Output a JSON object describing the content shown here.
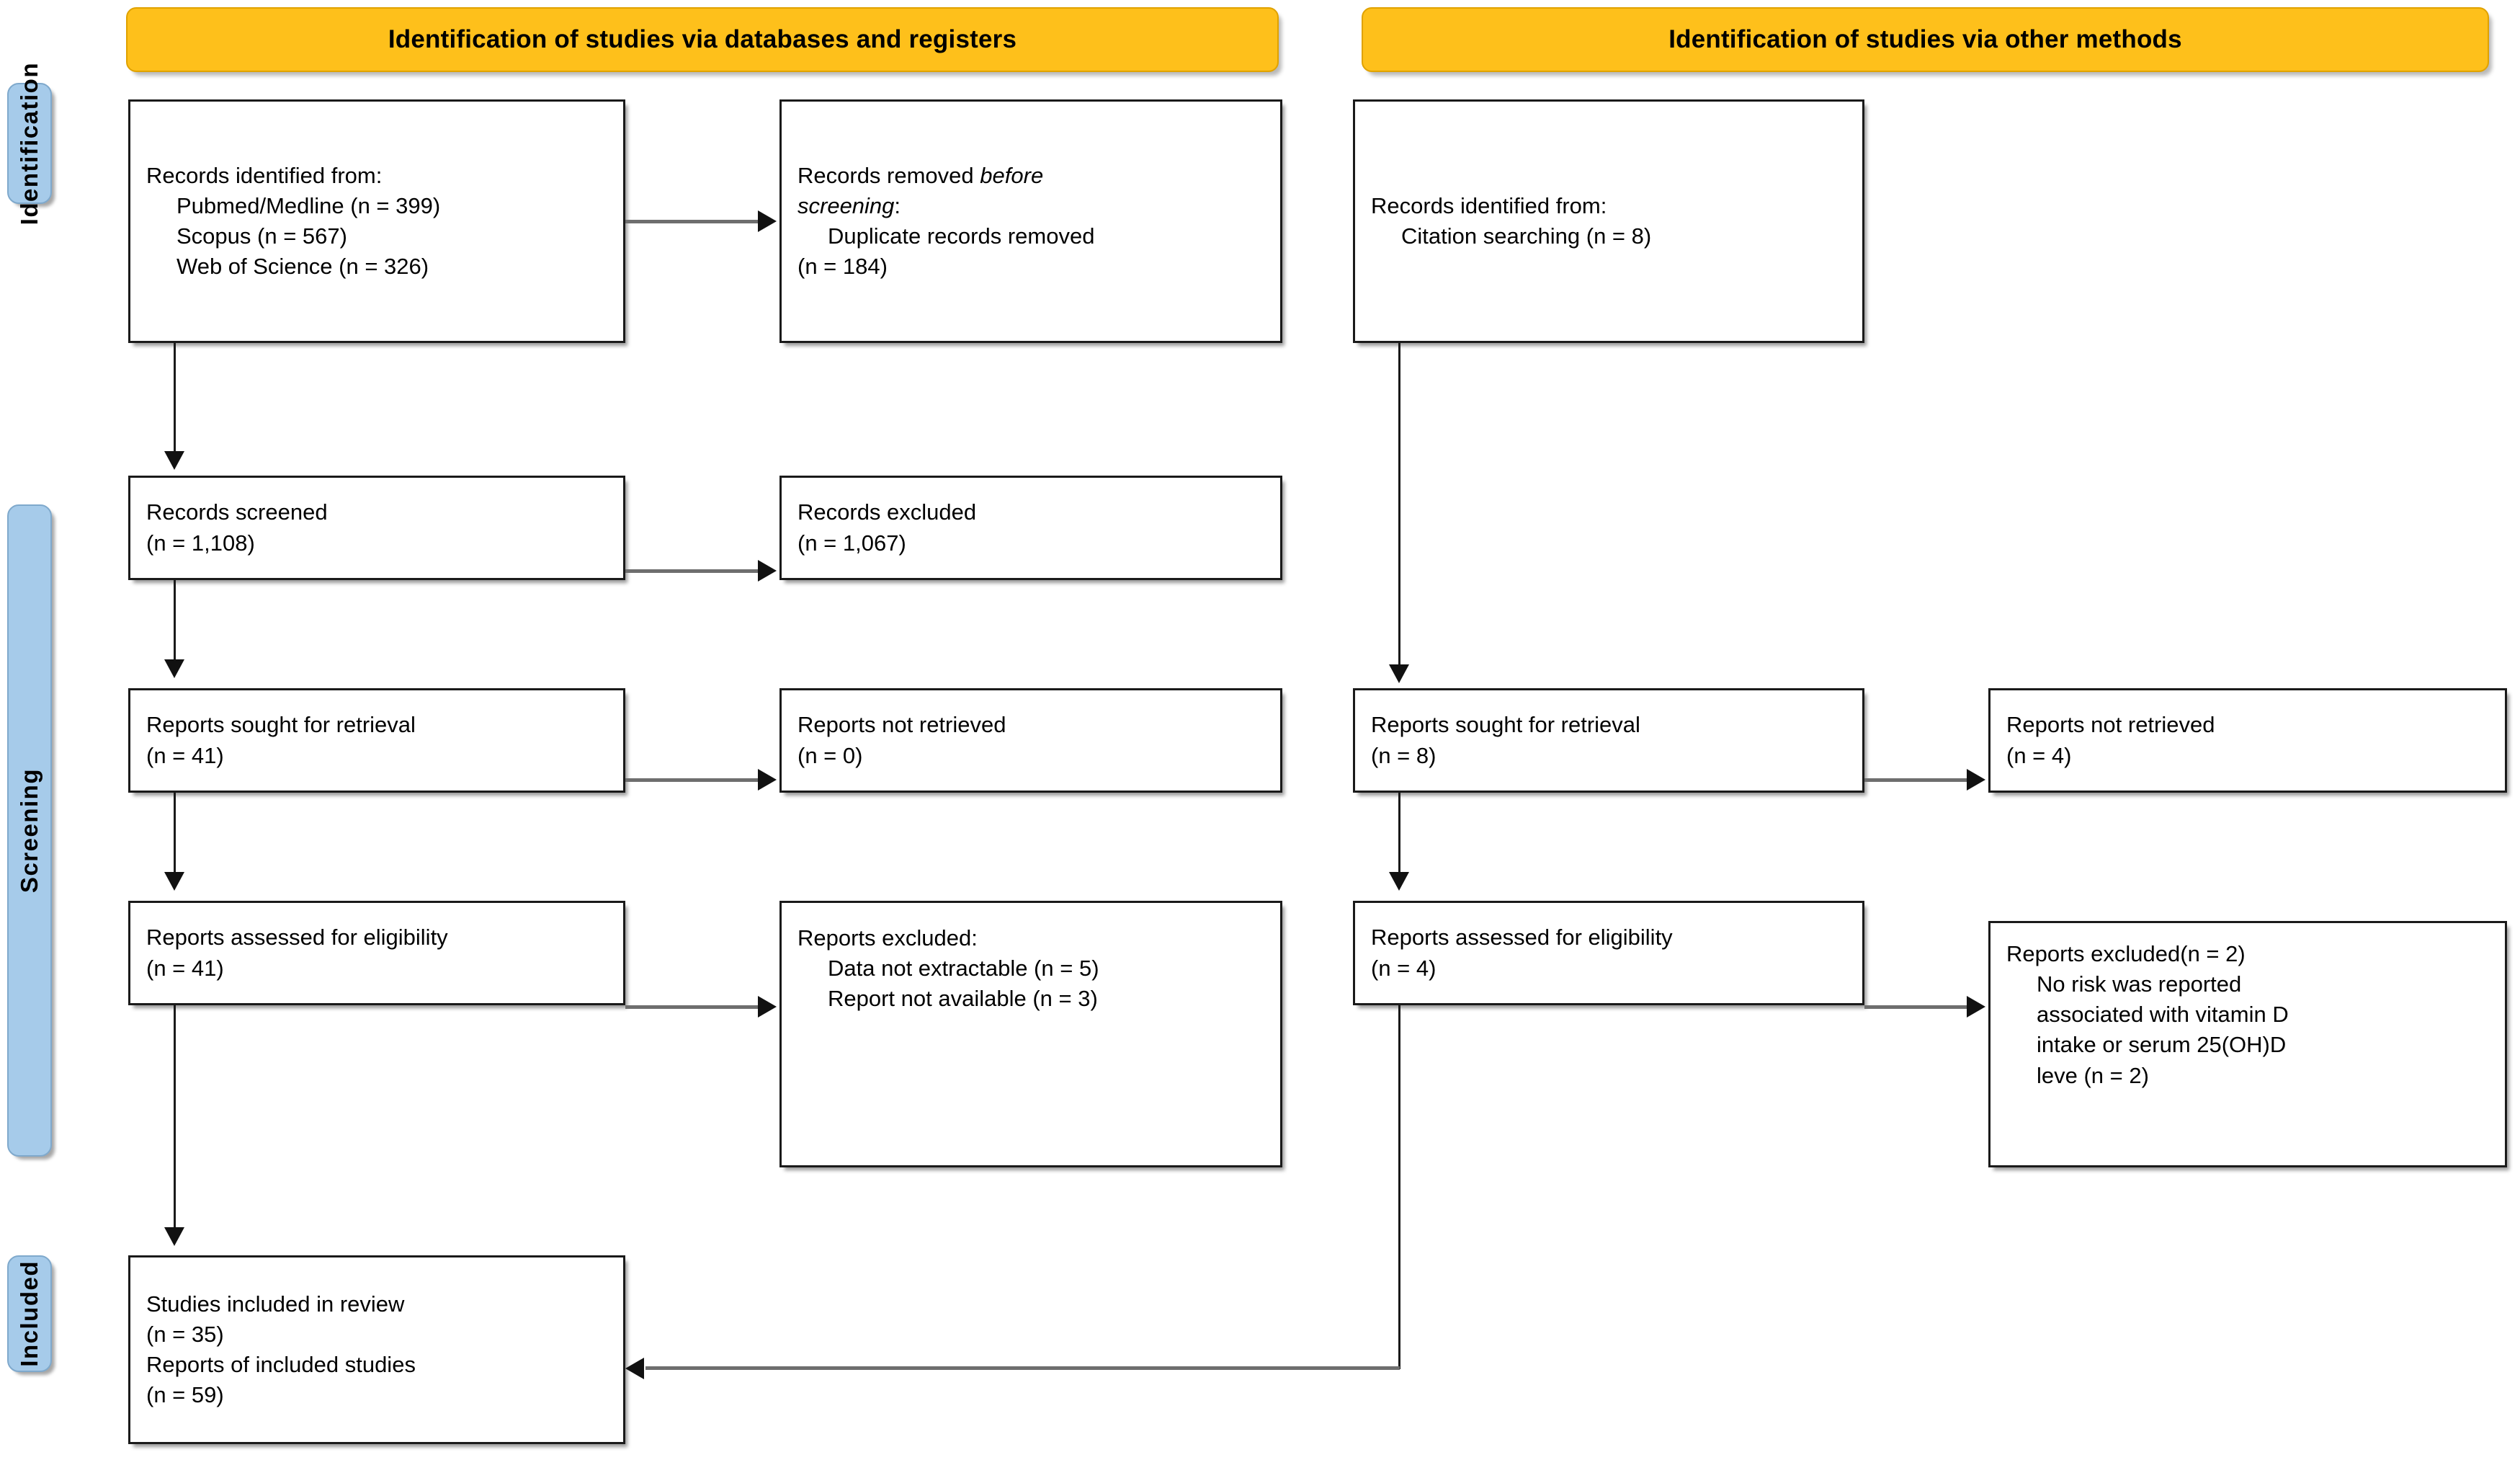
{
  "banners": [
    {
      "id": "databases-registers",
      "label": "Identification of studies via databases and registers"
    },
    {
      "id": "other-methods",
      "label": "Identification of studies via other methods"
    }
  ],
  "stages": [
    {
      "id": "identification",
      "label": "Identification"
    },
    {
      "id": "screening",
      "label": "Screening"
    },
    {
      "id": "included",
      "label": "Included"
    }
  ],
  "boxes": {
    "records_identified_db": {
      "title": "Records identified from:",
      "items": [
        "Pubmed/Medline (n = 399)",
        "Scopus (n = 567)",
        "Web of Science (n = 326)"
      ]
    },
    "records_removed": {
      "title_pre": "Records removed ",
      "title_em": "before",
      "title_em2": "screening",
      "title_post": ":",
      "items": [
        "Duplicate records removed"
      ],
      "count": "(n = 184)"
    },
    "records_identified_other": {
      "title": "Records identified from:",
      "items": [
        "Citation searching (n = 8)"
      ]
    },
    "records_screened": {
      "label": "Records screened",
      "count": "(n = 1,108)"
    },
    "records_excluded": {
      "label": "Records excluded",
      "count": "(n = 1,067)"
    },
    "reports_sought_db": {
      "label": "Reports sought for retrieval",
      "count": "(n = 41)"
    },
    "reports_not_retrieved_db": {
      "label": "Reports not retrieved",
      "count": "(n = 0)"
    },
    "reports_sought_other": {
      "label": "Reports sought for retrieval",
      "count": "(n = 8)"
    },
    "reports_not_retrieved_other": {
      "label": "Reports not retrieved",
      "count": "(n = 4)"
    },
    "reports_assessed_db": {
      "label": "Reports assessed for eligibility",
      "count": "(n = 41)"
    },
    "reports_excluded_db": {
      "title": "Reports excluded:",
      "items": [
        "Data not extractable (n = 5)",
        "Report not available (n = 3)"
      ]
    },
    "reports_assessed_other": {
      "label": "Reports assessed for eligibility",
      "count": "(n = 4)"
    },
    "reports_excluded_other": {
      "title": "Reports excluded(n = 2)",
      "items": [
        "No risk was reported",
        "associated with vitamin D",
        "intake or serum 25(OH)D",
        "leve (n = 2)"
      ]
    },
    "studies_included": {
      "label_1": "Studies included in review",
      "count_1": "(n = 35)",
      "label_2": "Reports of included studies",
      "count_2": "(n = 59)"
    }
  },
  "colors": {
    "banner_fill": "#FEC01B",
    "banner_border": "#E0A200",
    "stage_fill": "#A6CBEA",
    "stage_border": "#7FA9CC",
    "box_border": "#1a1a1a",
    "connector": "#6e6e6e",
    "page_bg": "#ffffff"
  }
}
